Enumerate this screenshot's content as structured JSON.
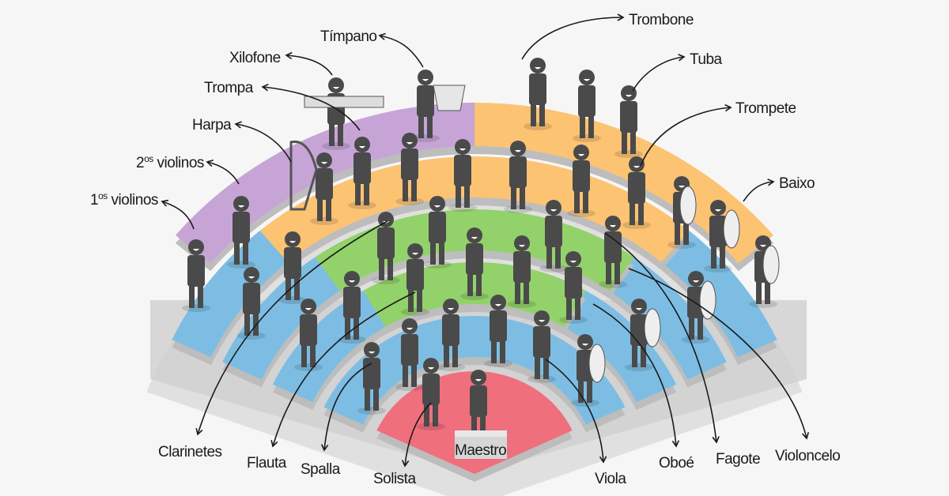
{
  "title": "Orchestra seating diagram",
  "colors": {
    "strings": "#7dbde3",
    "woodwinds": "#93d26a",
    "brass": "#fcc373",
    "percussion": "#c7a4d6",
    "conductor": "#ef6f7d",
    "figure": "#4a4a4a",
    "riser": "#cfcfcf"
  },
  "labels": {
    "trombone": "Trombone",
    "timpano": "Tímpano",
    "xilofone": "Xilofone",
    "tuba": "Tuba",
    "trompa": "Trompa",
    "trompete": "Trompete",
    "harpa": "Harpa",
    "baixo": "Baixo",
    "violinos2_num": "2",
    "violinos2_sup": "os",
    "violinos2_text": " violinos",
    "violinos1_num": "1",
    "violinos1_sup": "os",
    "violinos1_text": " violinos",
    "clarinetes": "Clarinetes",
    "flauta": "Flauta",
    "spalla": "Spalla",
    "solista": "Solista",
    "maestro": "Maestro",
    "viola": "Viola",
    "oboe": "Oboé",
    "fagote": "Fagote",
    "violoncelo": "Violoncelo"
  }
}
